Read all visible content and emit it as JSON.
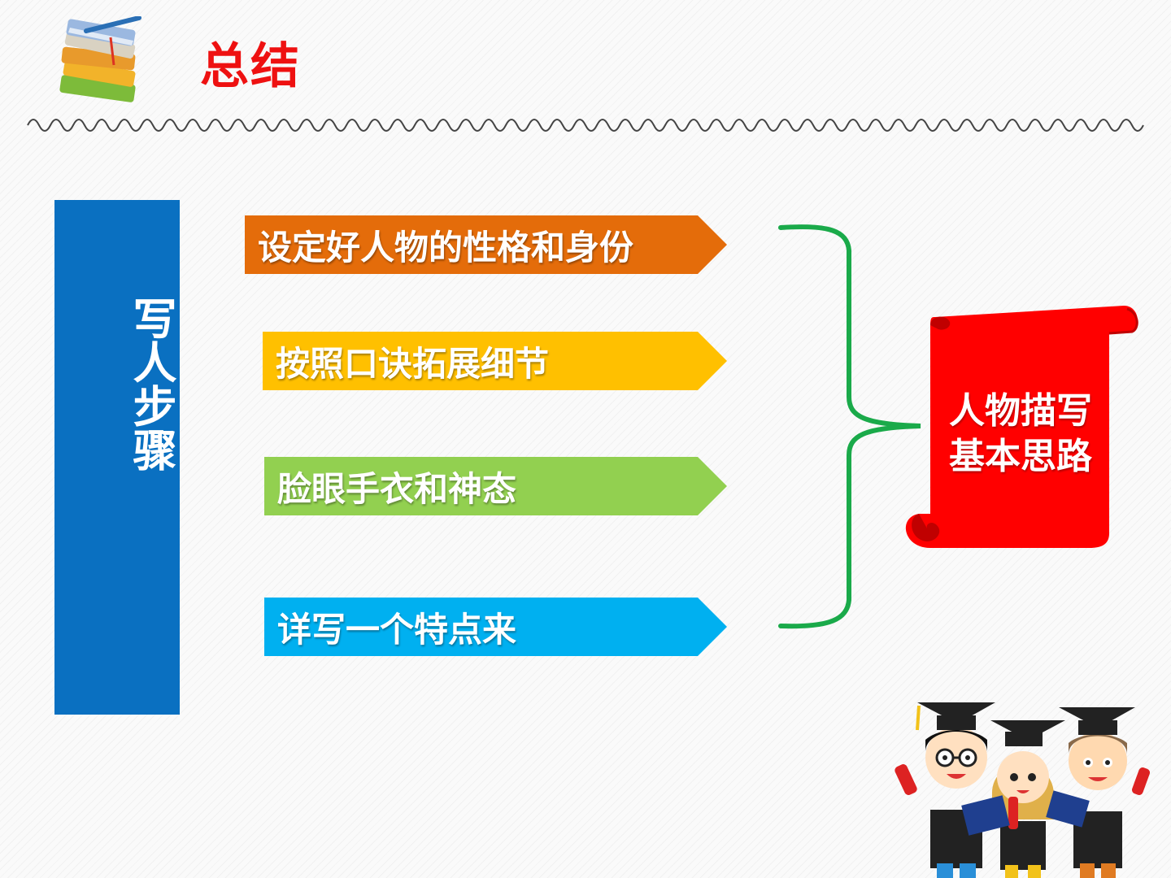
{
  "slide": {
    "title": "总结",
    "steps_label": "写人步骤",
    "steps": [
      {
        "label": "设定好人物的性格和身份",
        "color": "#e46c0a"
      },
      {
        "label": "按照口诀拓展细节",
        "color": "#ffc000"
      },
      {
        "label": "脸眼手衣和神态",
        "color": "#92d050"
      },
      {
        "label": "详写一个特点来",
        "color": "#00b0f0"
      }
    ],
    "conclusion": {
      "line1": "人物描写",
      "line2": "基本思路"
    }
  },
  "colors": {
    "title": "#ee1111",
    "steps_bar": "#0a70c1",
    "brace": "#1aaa4a",
    "scroll": "#ff0000"
  },
  "icons": [
    "books-icon",
    "wave-divider",
    "brace-icon",
    "scroll-icon",
    "graduates-illustration"
  ]
}
